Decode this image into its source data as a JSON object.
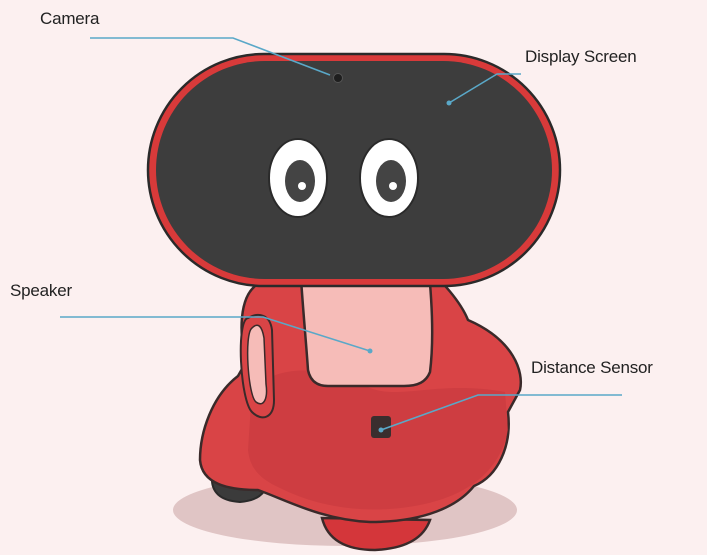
{
  "labels": {
    "camera": "Camera",
    "display_screen": "Display Screen",
    "speaker": "Speaker",
    "distance_sensor": "Distance Sensor"
  },
  "colors": {
    "background": "#fcf0f0",
    "robot_body": "#d94446",
    "robot_outline": "#3a2a2a",
    "screen": "#3d3d3d",
    "screen_rim": "#d83a3a",
    "panel": "#f6bcb8",
    "shadow": "#e0c5c5",
    "leader_line": "#5aa8c8",
    "label_text": "#222222"
  },
  "icons": {
    "camera": "camera-lens-dot",
    "sensor": "distance-sensor-square"
  }
}
